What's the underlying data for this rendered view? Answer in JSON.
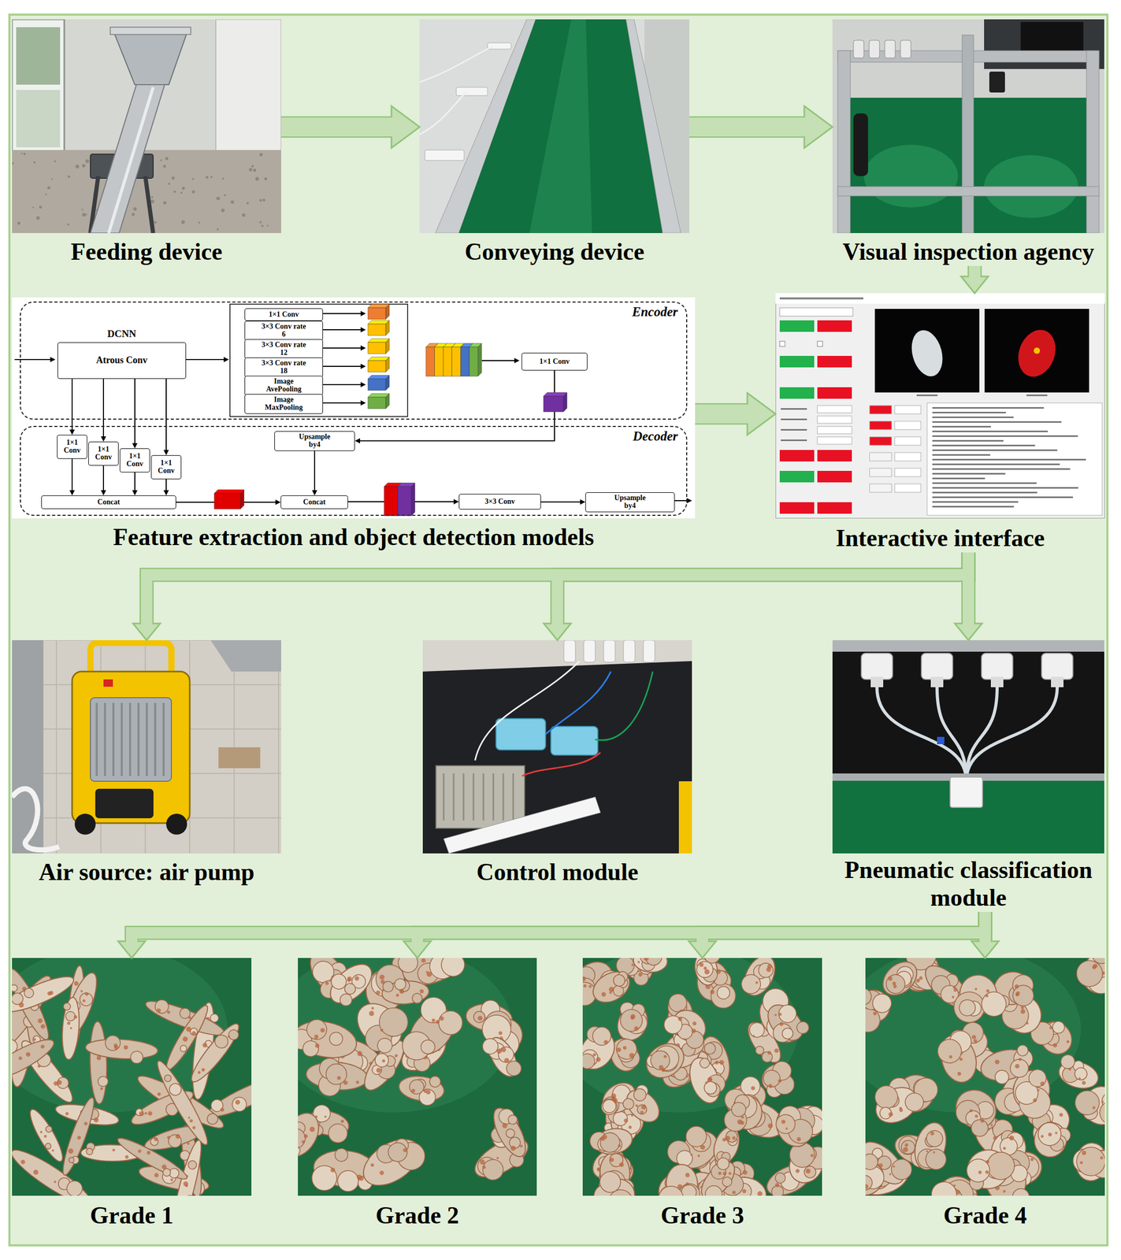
{
  "diagram": {
    "nodes": [
      {
        "text": [
          "Feeding device"
        ]
      },
      {
        "text": [
          "Conveying device"
        ]
      },
      {
        "text": [
          "Visual inspection agency"
        ]
      },
      {
        "text": [
          "Feature extraction and object detection models"
        ]
      },
      {
        "text": [
          "Encoder"
        ],
        "in": 3
      },
      {
        "text": [
          "DCNN",
          "Atrous Conv"
        ],
        "in": 4
      },
      {
        "text": [
          "1×1 Conv"
        ],
        "in": 4
      },
      {
        "text": [
          "3×3 Conv rate 6"
        ],
        "in": 4
      },
      {
        "text": [
          "3×3 Conv rate 12"
        ],
        "in": 4
      },
      {
        "text": [
          "3×3 Conv rate 18"
        ],
        "in": 4
      },
      {
        "text": [
          "Image AvePooling"
        ],
        "in": 4
      },
      {
        "text": [
          "Image MaxPooling"
        ],
        "in": 4
      },
      {
        "text": [
          "1×1 Conv"
        ],
        "in": 4
      },
      {
        "text": [
          "Decoder"
        ],
        "in": 3
      },
      {
        "text": [
          "1×1 Conv"
        ],
        "in": 13
      },
      {
        "text": [
          "1×1 Conv"
        ],
        "in": 13
      },
      {
        "text": [
          "1×1 Conv"
        ],
        "in": 13
      },
      {
        "text": [
          "1×1 Conv"
        ],
        "in": 13
      },
      {
        "text": [
          "Upsample by4"
        ],
        "in": 13
      },
      {
        "text": [
          "Concat"
        ],
        "in": 13
      },
      {
        "text": [
          "Concat"
        ],
        "in": 13
      },
      {
        "text": [
          "3×3 Conv"
        ],
        "in": 13
      },
      {
        "text": [
          "Upsample by4"
        ],
        "in": 13
      },
      {
        "text": [
          "Interactive interface"
        ]
      },
      {
        "text": [
          "Air source: air pump"
        ]
      },
      {
        "text": [
          "Control module"
        ]
      },
      {
        "text": [
          "Pneumatic classification module"
        ]
      },
      {
        "text": [
          "Grade 1"
        ]
      },
      {
        "text": [
          "Grade 2"
        ]
      },
      {
        "text": [
          "Grade 3"
        ]
      },
      {
        "text": [
          "Grade 4"
        ]
      }
    ],
    "edges": [
      {
        "from": 0,
        "to": 1,
        "arrow": "to"
      },
      {
        "from": 1,
        "to": 2,
        "arrow": "to"
      },
      {
        "from": 2,
        "to": 23,
        "arrow": "to"
      },
      {
        "from": 3,
        "to": 23,
        "arrow": "to"
      },
      {
        "from": 5,
        "to": 14,
        "arrow": "to"
      },
      {
        "from": 5,
        "to": 15,
        "arrow": "to"
      },
      {
        "from": 5,
        "to": 16,
        "arrow": "to"
      },
      {
        "from": 5,
        "to": 17,
        "arrow": "to"
      },
      {
        "from": 14,
        "to": 19,
        "arrow": "to"
      },
      {
        "from": 15,
        "to": 19,
        "arrow": "to"
      },
      {
        "from": 16,
        "to": 19,
        "arrow": "to"
      },
      {
        "from": 17,
        "to": 19,
        "arrow": "to"
      },
      {
        "from": 19,
        "to": 20,
        "arrow": "to"
      },
      {
        "from": 12,
        "to": 18,
        "arrow": "to"
      },
      {
        "from": 18,
        "to": 20,
        "arrow": "to"
      },
      {
        "from": 20,
        "to": 21,
        "arrow": "to"
      },
      {
        "from": 21,
        "to": 22,
        "arrow": "to"
      },
      {
        "from": 23,
        "to": 24,
        "arrow": "to"
      },
      {
        "from": 23,
        "to": 25,
        "arrow": "to"
      },
      {
        "from": 23,
        "to": 26,
        "arrow": "to"
      },
      {
        "from": 26,
        "to": 27,
        "arrow": "to"
      },
      {
        "from": 26,
        "to": 28,
        "arrow": "to"
      },
      {
        "from": 26,
        "to": 29,
        "arrow": "to"
      },
      {
        "from": 26,
        "to": 30,
        "arrow": "to"
      }
    ]
  }
}
